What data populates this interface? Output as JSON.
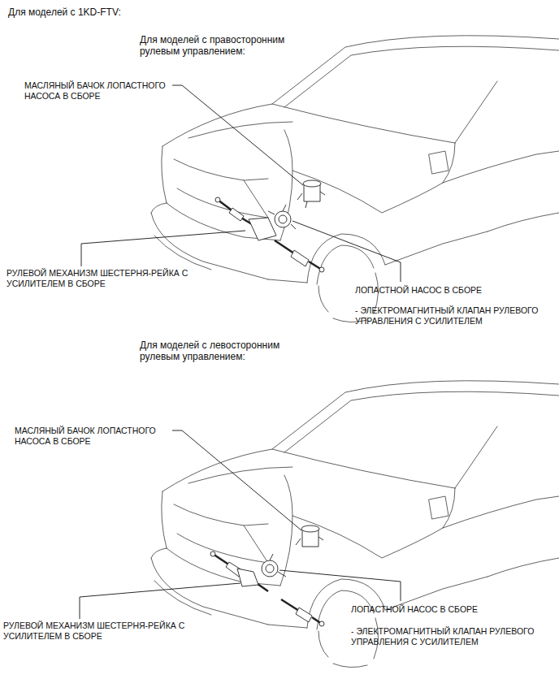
{
  "diagram": {
    "title": "Для моделей с 1KD-FTV:",
    "labels": [
      "Для моделей с правосторонним рулевым управлением:",
      "МАСЛЯНЫЙ БАЧОК ЛОПАСТНОГО НАСОСА В СБОРЕ",
      "РУЛЕВОЙ МЕХАНИЗМ ШЕСТЕРНЯ-РЕЙКА С УСИЛИТЕЛЕМ В СБОРЕ",
      "ЛОПАСТНОЙ НАСОС В СБОРЕ",
      "- ЭЛЕКТРОМАГНИТНЫЙ КЛАПАН РУЛЕВОГО УПРАВЛЕНИЯ С УСИЛИТЕЛЕМ",
      "Для моделей с левосторонним рулевым управлением:",
      "МАСЛЯНЫЙ БАЧОК ЛОПАСТНОГО НАСОСА В СБОРЕ",
      "РУЛЕВОЙ МЕХАНИЗМ ШЕСТЕРНЯ-РЕЙКА С УСИЛИТЕЛЕМ В СБОРЕ",
      "ЛОПАСТНОЙ НАСОС В СБОРЕ",
      "- ЭЛЕКТРОМАГНИТНЫЙ КЛАПАН РУЛЕВОГО УПРАВЛЕНИЯ С УСИЛИТЕЛЕМ"
    ]
  }
}
